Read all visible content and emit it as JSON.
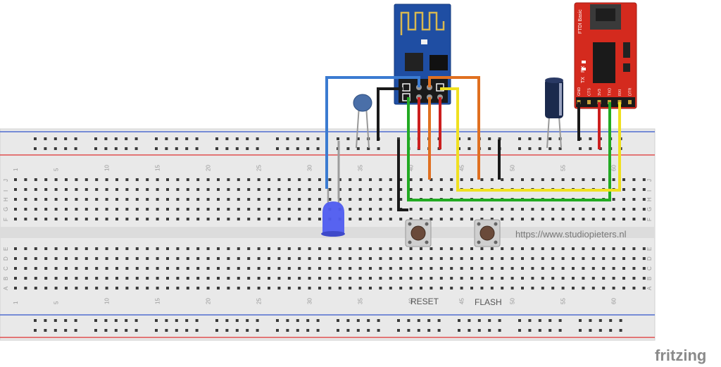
{
  "board": {
    "column_numbers": [
      "1",
      "5",
      "10",
      "15",
      "20",
      "25",
      "30",
      "35",
      "40",
      "45",
      "50",
      "55",
      "60"
    ],
    "row_letters_top": [
      "J",
      "I",
      "H",
      "G",
      "F"
    ],
    "row_letters_bottom": [
      "E",
      "D",
      "C",
      "B",
      "A"
    ]
  },
  "labels": {
    "url": "https://www.studiopieters.nl",
    "reset": "RESET",
    "flash": "FLASH",
    "fritzing": "fritzing",
    "ftdi_title": "FTDI Basic",
    "ftdi_tx": "TX",
    "ftdi_rx": "RX",
    "ftdi_pins": [
      "GND",
      "CTS",
      "3V3",
      "TXO",
      "RXI",
      "DTR"
    ]
  },
  "colors": {
    "board": "#e9e9e9",
    "rail_blue": "#3355cc",
    "rail_red": "#dd3333",
    "esp_blue": "#1f4ea3",
    "ftdi_red": "#d42a1e",
    "wire_blue": "#3b7bd1",
    "wire_orange": "#e07020",
    "wire_red": "#cc1f1f",
    "wire_black": "#1a1a1a",
    "wire_green": "#22aa22",
    "wire_yellow": "#f0e020",
    "led_blue": "#4f5cf0"
  }
}
